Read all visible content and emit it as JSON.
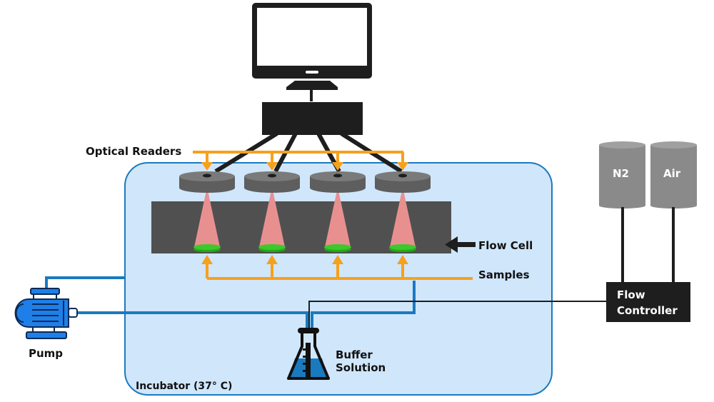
{
  "labels": {
    "optical_readers": "Optical Readers",
    "flow_cell": "Flow Cell",
    "samples": "Samples",
    "pump": "Pump",
    "buffer_line1": "Buffer",
    "buffer_line2": "Solution",
    "incubator": "Incubator (37° C)",
    "gas1": "N2",
    "gas2": "Air",
    "flow_controller_line1": "Flow",
    "flow_controller_line2": "Controller"
  },
  "readers": [
    {
      "id": 1
    },
    {
      "id": 2
    },
    {
      "id": 3
    },
    {
      "id": 4
    }
  ],
  "colors": {
    "incubator_fill": "#d0e6fb",
    "incubator_border": "#1a7abf",
    "orange_line": "#f7a01c",
    "blue_tube": "#1a7abf",
    "flow_cell": "#505050",
    "reader_top": "#7a7a7a",
    "reader_side": "#5e5e5e",
    "beam": "#e89090",
    "sample_green": "#3cc92a",
    "gas_cylinder": "#8a8a8a",
    "pump_blue": "#1f7fe8",
    "dark": "#1e1e1e"
  }
}
